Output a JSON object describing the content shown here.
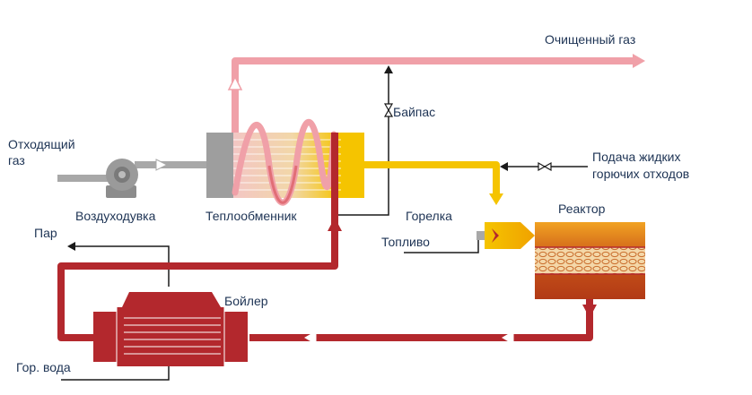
{
  "labels": {
    "clean_gas": "Очищенный газ",
    "waste_gas_line1": "Отходящий",
    "waste_gas_line2": "газ",
    "bypass": "Байпас",
    "liquid_waste_line1": "Подача жидких",
    "liquid_waste_line2": "горючих отходов",
    "blower": "Воздуходувка",
    "heat_exchanger": "Теплообменник",
    "burner": "Горелка",
    "reactor": "Реактор",
    "fuel": "Топливо",
    "steam": "Пар",
    "boiler": "Бойлер",
    "feed_water": "Гор. вода"
  },
  "colors": {
    "clean_gas_pipe": "#f0a0a8",
    "hot_pipe": "#b3282d",
    "fuel_pipe": "#f5c400",
    "gray_pipe": "#a8a8a8",
    "text": "#1d3354",
    "reactor_orange": "#e07a1a"
  }
}
